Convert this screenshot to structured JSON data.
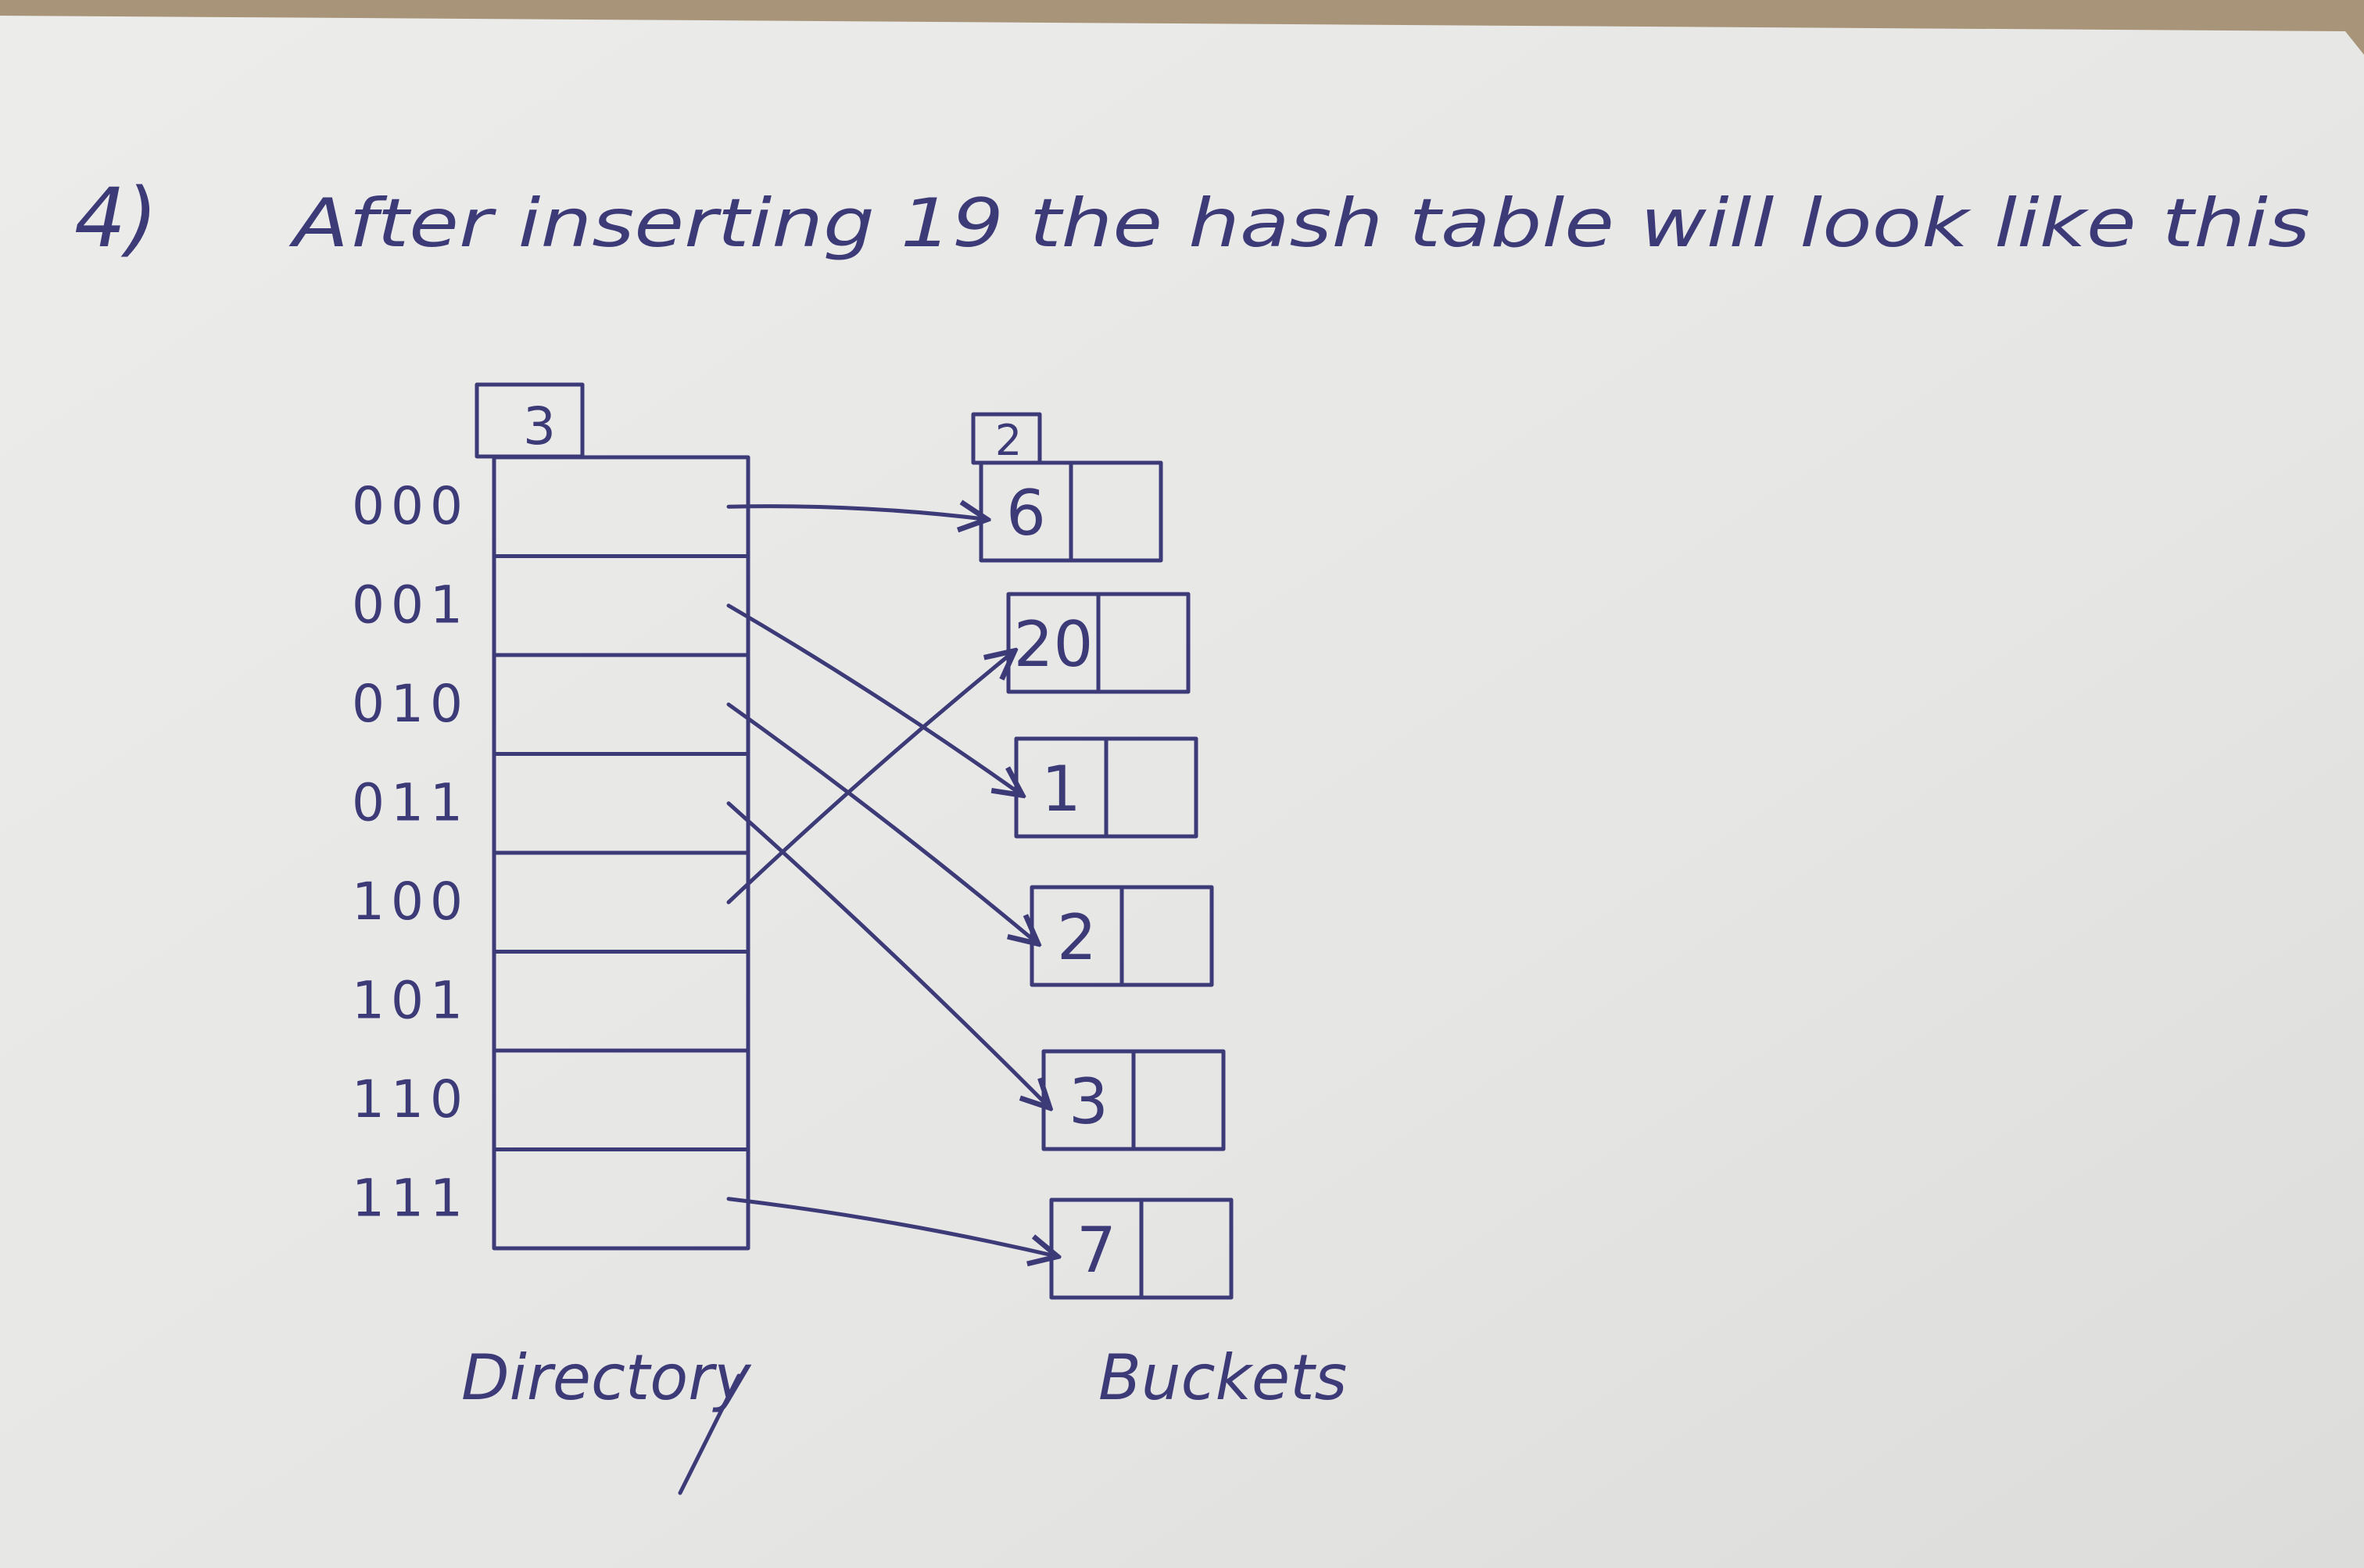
{
  "heading": {
    "number": "4)",
    "text": "After inserting 19 the hash table will look like this"
  },
  "directory": {
    "global_depth": "3",
    "label": "Directory",
    "index_labels": [
      "000",
      "001",
      "010",
      "011",
      "100",
      "101",
      "110",
      "111"
    ]
  },
  "buckets": {
    "label": "Buckets",
    "local_depth": "2",
    "items": [
      {
        "key": "6",
        "second": ""
      },
      {
        "key": "20",
        "second": ""
      },
      {
        "key": "1",
        "second": ""
      },
      {
        "key": "2",
        "second": ""
      },
      {
        "key": "3",
        "second": ""
      },
      {
        "key": "7",
        "second": ""
      }
    ]
  },
  "links": [
    {
      "from": "000",
      "to": "6"
    },
    {
      "from": "001",
      "to": "1"
    },
    {
      "from": "010",
      "to": "2"
    },
    {
      "from": "011",
      "to": "3"
    },
    {
      "from": "100",
      "to": "20"
    },
    {
      "from": "111",
      "to": "7"
    }
  ],
  "colors": {
    "paper": "#e9e8e6",
    "ink": "#3d3a78",
    "table": "#a89478"
  }
}
